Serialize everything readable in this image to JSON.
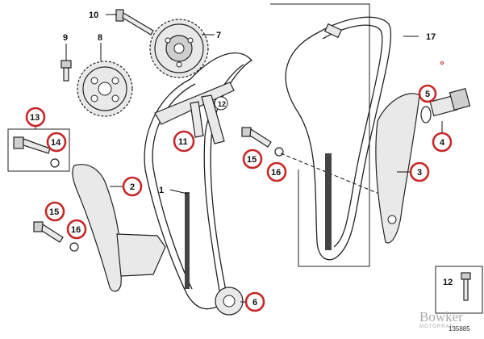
{
  "colors": {
    "callout_ring": "#c62828",
    "ink": "#111111",
    "part_fill": "#e9e9e9"
  },
  "callouts": {
    "c1": "1",
    "c2": "2",
    "c3": "3",
    "c4": "4",
    "c5": "5",
    "c6": "6",
    "c7": "7",
    "c8": "8",
    "c9": "9",
    "c10": "10",
    "c11": "11",
    "c12": "12",
    "c12box": "12",
    "c13": "13",
    "c14": "14",
    "c15a": "15",
    "c15b": "15",
    "c16a": "16",
    "c16b": "16",
    "c17": "17"
  },
  "diagram_id": "135885",
  "watermark": {
    "brand": "Bowker",
    "sub": "MOTORRAD"
  }
}
